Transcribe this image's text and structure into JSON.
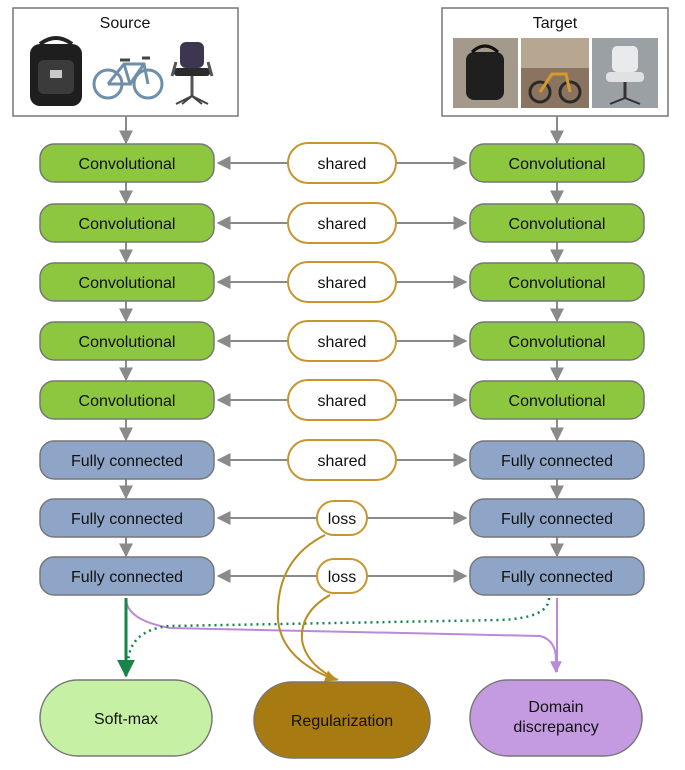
{
  "source": {
    "title": "Source",
    "images": [
      "backpack-icon",
      "bicycle-icon",
      "office-chair-icon"
    ]
  },
  "target": {
    "title": "Target",
    "images": [
      "backpack-photo",
      "bicycle-photo",
      "office-chair-photo"
    ]
  },
  "layers": [
    {
      "left": "Convolutional",
      "middle": "shared",
      "right": "Convolutional",
      "kind": "conv"
    },
    {
      "left": "Convolutional",
      "middle": "shared",
      "right": "Convolutional",
      "kind": "conv"
    },
    {
      "left": "Convolutional",
      "middle": "shared",
      "right": "Convolutional",
      "kind": "conv"
    },
    {
      "left": "Convolutional",
      "middle": "shared",
      "right": "Convolutional",
      "kind": "conv"
    },
    {
      "left": "Convolutional",
      "middle": "shared",
      "right": "Convolutional",
      "kind": "conv"
    },
    {
      "left": "Fully connected",
      "middle": "shared",
      "right": "Fully connected",
      "kind": "fc"
    },
    {
      "left": "Fully connected",
      "middle": "loss",
      "right": "Fully connected",
      "kind": "fc"
    },
    {
      "left": "Fully connected",
      "middle": "loss",
      "right": "Fully connected",
      "kind": "fc"
    }
  ],
  "outputs": {
    "softmax": "Soft-max",
    "regularization": "Regularization",
    "domain_line1": "Domain",
    "domain_line2": "discrepancy"
  },
  "colors": {
    "conv_fill": "#8dc63f",
    "fc_fill": "#8ea5c8",
    "node_stroke": "#777777",
    "bubble_stroke": "#c8962e",
    "arrow": "#8a8a8a",
    "softmax_fill": "#c6f0a4",
    "softmax_arrow": "#17854a",
    "regularization_fill": "#a87a12",
    "regularization_arrow": "#b98d20",
    "domain_fill": "#c49be0",
    "domain_arrow": "#b98ad8"
  }
}
